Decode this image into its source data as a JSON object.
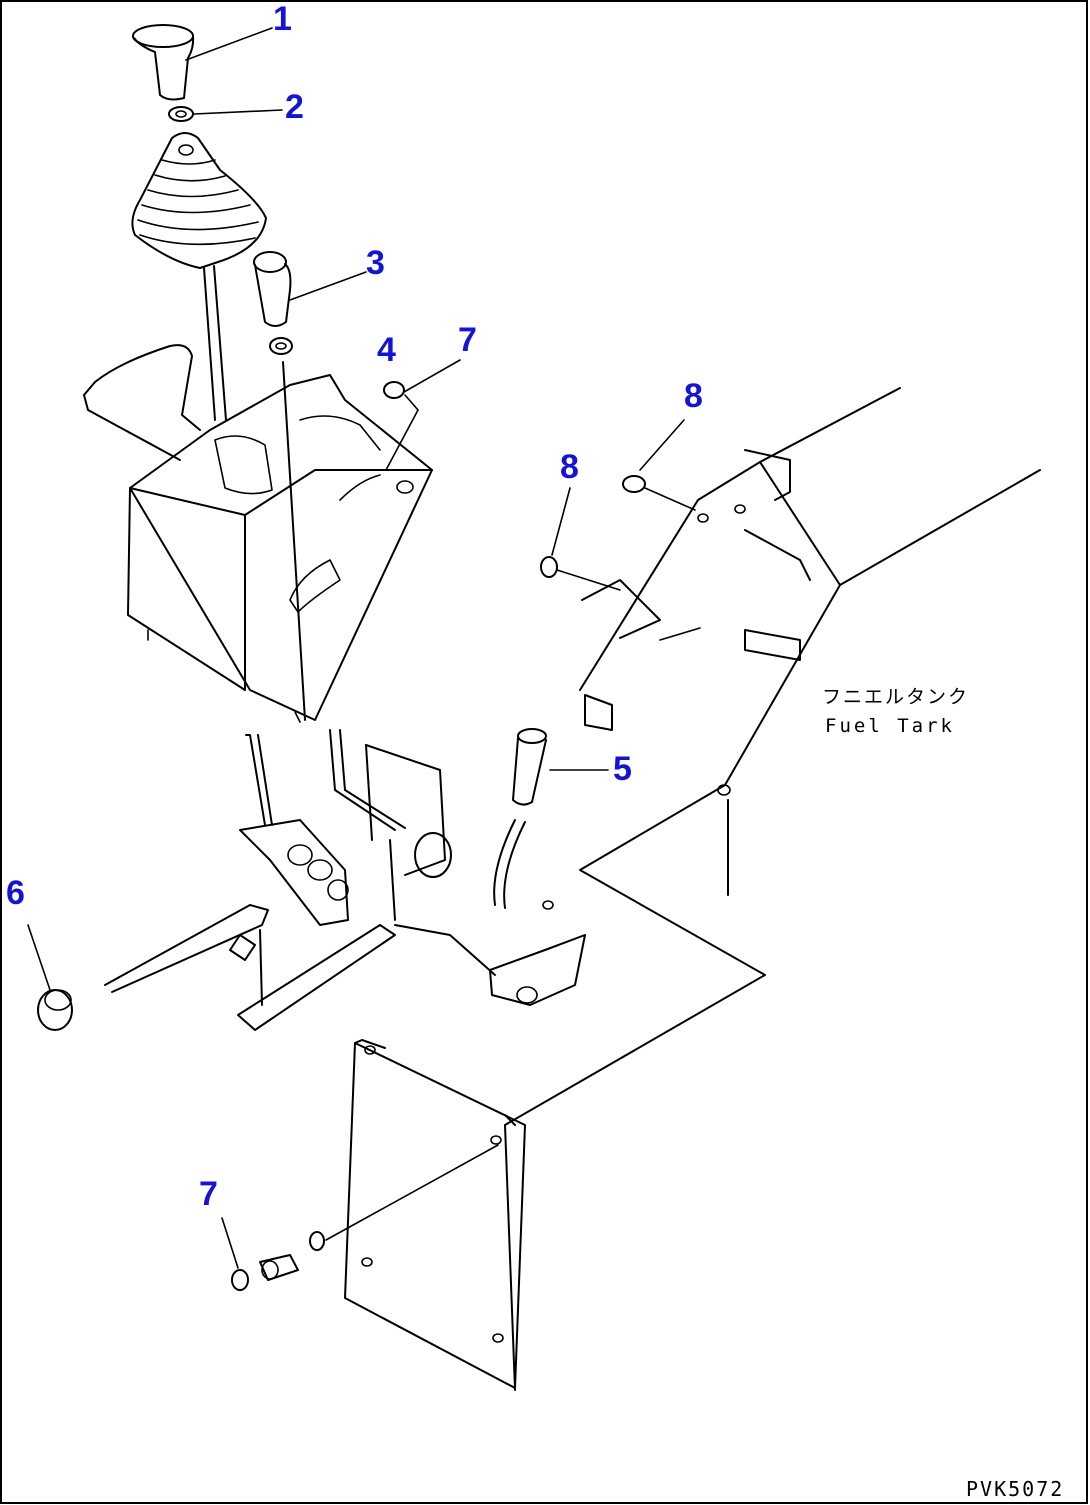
{
  "callouts": [
    {
      "id": "1",
      "label": "1"
    },
    {
      "id": "2",
      "label": "2"
    },
    {
      "id": "3",
      "label": "3"
    },
    {
      "id": "4",
      "label": "4"
    },
    {
      "id": "7a",
      "label": "7"
    },
    {
      "id": "8a",
      "label": "8"
    },
    {
      "id": "8b",
      "label": "8"
    },
    {
      "id": "5",
      "label": "5"
    },
    {
      "id": "6",
      "label": "6"
    },
    {
      "id": "7b",
      "label": "7"
    }
  ],
  "annotations": {
    "fuel_tank_jp": "フニエルタンク",
    "fuel_tank_en": "Fuel Tark"
  },
  "drawing_code": "PVK5072",
  "colors": {
    "callout": "#1414d4",
    "line": "#000000",
    "background": "#ffffff"
  }
}
